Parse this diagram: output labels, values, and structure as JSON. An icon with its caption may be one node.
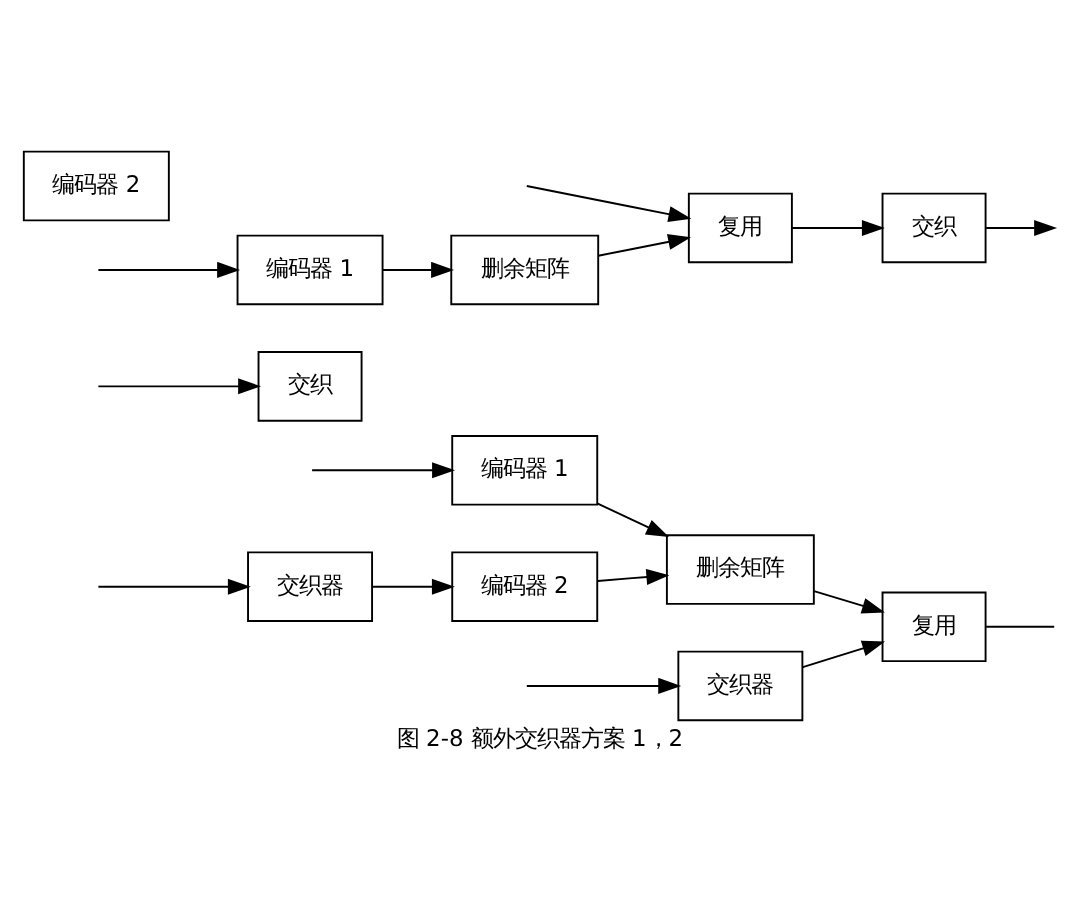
{
  "diagram": {
    "caption": "图 2-8 额外交织器方案 1，2",
    "nodes": [
      {
        "text": [
          "交织器"
        ]
      },
      {
        "text": [
          "编码器 1"
        ]
      },
      {
        "text": [
          "交织器"
        ]
      },
      {
        "text": [
          "编码器 2"
        ]
      },
      {
        "text": [
          "删余矩阵"
        ]
      },
      {
        "text": [
          "复用"
        ]
      },
      {
        "text": [
          "交织"
        ]
      },
      {
        "text": [
          "编码器 1"
        ]
      },
      {
        "text": [
          "编码器 2"
        ]
      },
      {
        "text": [
          "删余矩阵"
        ]
      },
      {
        "text": [
          "复用"
        ]
      },
      {
        "text": [
          "交织"
        ]
      }
    ],
    "edges": [
      {
        "from": null,
        "to": 0,
        "arrow": "to"
      },
      {
        "from": null,
        "to": 1,
        "arrow": "to"
      },
      {
        "from": null,
        "to": 2,
        "arrow": "to"
      },
      {
        "from": 2,
        "to": 3,
        "arrow": "to"
      },
      {
        "from": 0,
        "to": 5,
        "arrow": "to"
      },
      {
        "from": 1,
        "to": 4,
        "arrow": "to"
      },
      {
        "from": 3,
        "to": 4,
        "arrow": "to"
      },
      {
        "from": 4,
        "to": 5,
        "arrow": "to"
      },
      {
        "from": 5,
        "to": null,
        "arrow": "none"
      },
      {
        "from": null,
        "to": 10,
        "arrow": "to"
      },
      {
        "from": null,
        "to": 6,
        "arrow": "to"
      },
      {
        "from": null,
        "to": 7,
        "arrow": "to"
      },
      {
        "from": 7,
        "to": 9,
        "arrow": "to"
      },
      {
        "from": 9,
        "to": 10,
        "arrow": "to"
      },
      {
        "from": 10,
        "to": 11,
        "arrow": "to"
      },
      {
        "from": 11,
        "to": null,
        "arrow": "to"
      }
    ]
  }
}
